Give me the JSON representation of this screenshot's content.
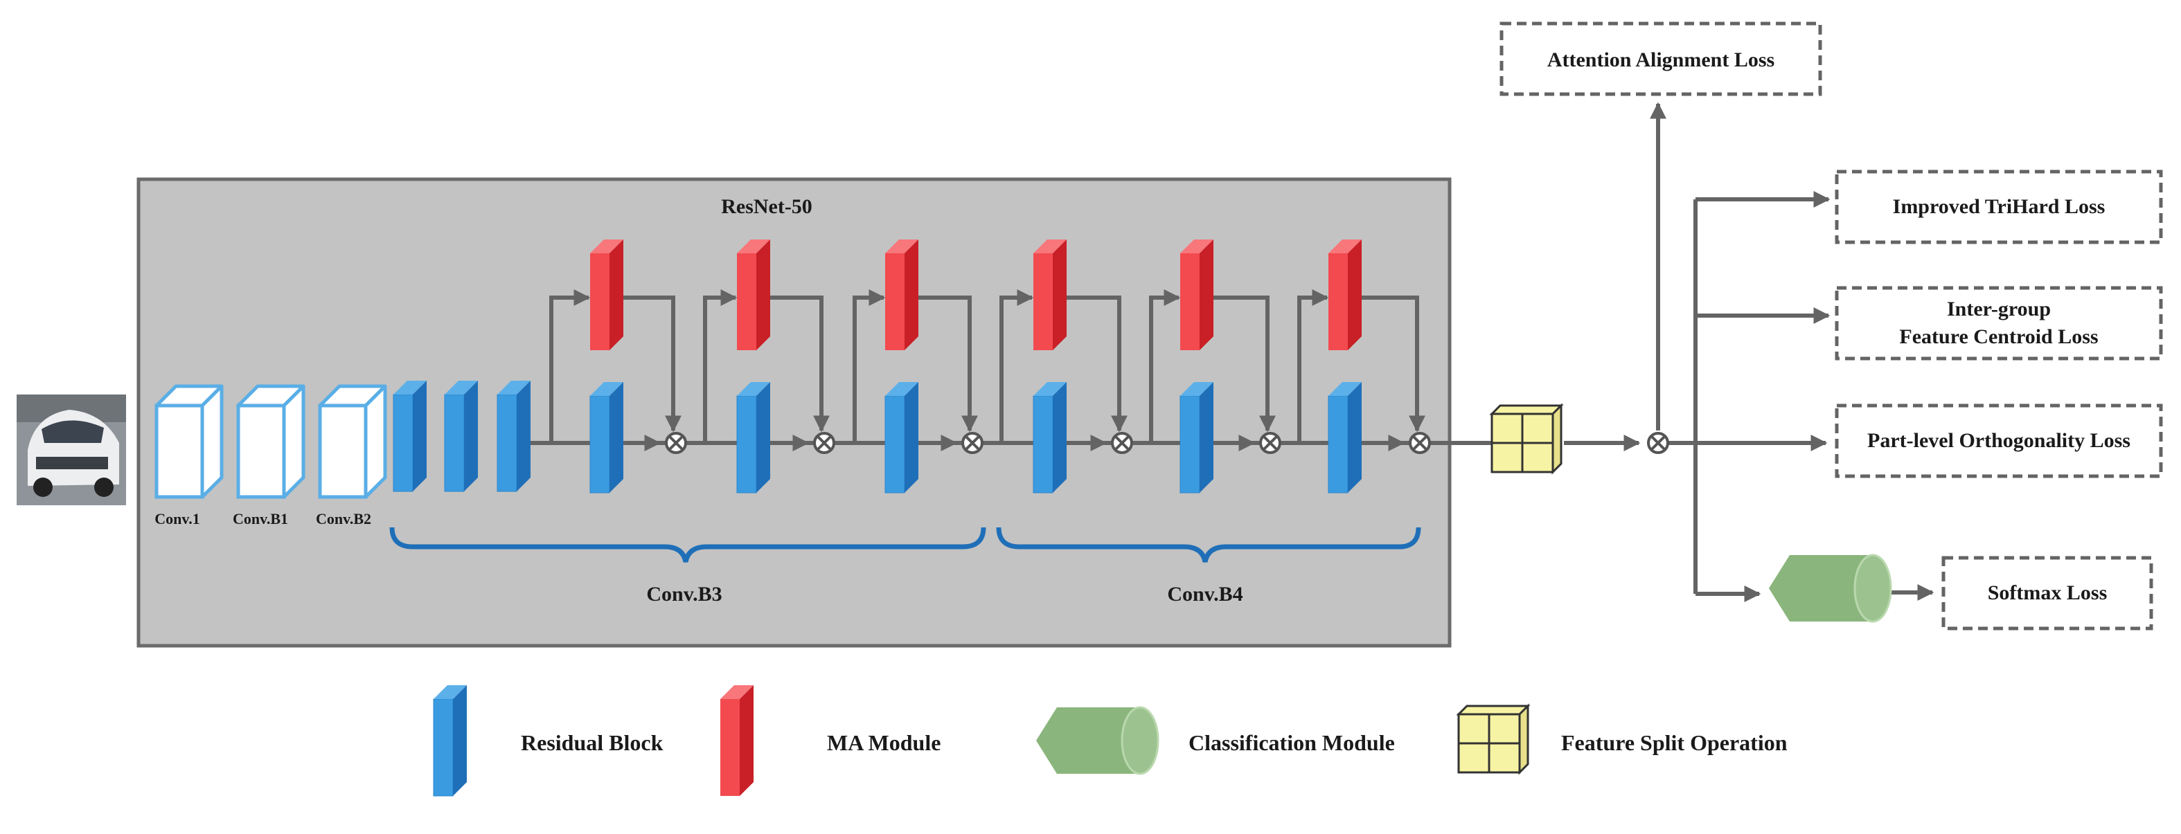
{
  "backbone": {
    "title": "ResNet-50",
    "stage_labels": [
      "Conv.1",
      "Conv.B1",
      "Conv.B2"
    ],
    "group_labels": [
      "Conv.B3",
      "Conv.B4"
    ]
  },
  "losses": {
    "attention": "Attention Alignment Loss",
    "trihard": "Improved TriHard Loss",
    "intergroup_line1": "Inter-group",
    "intergroup_line2": "Feature Centroid Loss",
    "orthogonality": "Part-level Orthogonality Loss",
    "softmax": "Softmax Loss"
  },
  "legend": {
    "residual": "Residual Block",
    "ma": "MA Module",
    "classification": "Classification Module",
    "split": "Feature Split Operation"
  },
  "colors": {
    "panel": "#c3c3c3",
    "panel_border": "#6b6b6b",
    "blue_front": "#3b9be0",
    "blue_side": "#1f6fb8",
    "red_front": "#f24a4f",
    "red_side": "#c91f26",
    "green": "#8ab57c",
    "yellow": "#f7f3a4",
    "arrow": "#646464",
    "brace": "#1f6fb8"
  }
}
